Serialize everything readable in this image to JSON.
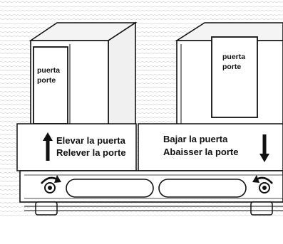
{
  "door_left": {
    "line1": "puerta",
    "line2": "porte"
  },
  "door_right": {
    "line1": "puerta",
    "line2": "porte"
  },
  "raise": {
    "line1": "Elevar la puerta",
    "line2": "Relever la porte"
  },
  "lower": {
    "line1": "Bajar la puerta",
    "line2": "Abaisser la porte"
  },
  "icons": {
    "raise_arrow": "arrow-up-icon",
    "lower_arrow": "arrow-down-icon",
    "left_knob": "adjust-knob-icon",
    "right_knob": "adjust-knob-icon",
    "left_rotate": "rotate-arrow-icon",
    "right_rotate": "rotate-arrow-icon"
  },
  "colors": {
    "line": "#111111",
    "background": "#ffffff",
    "hatch": "#b8b8b8"
  }
}
